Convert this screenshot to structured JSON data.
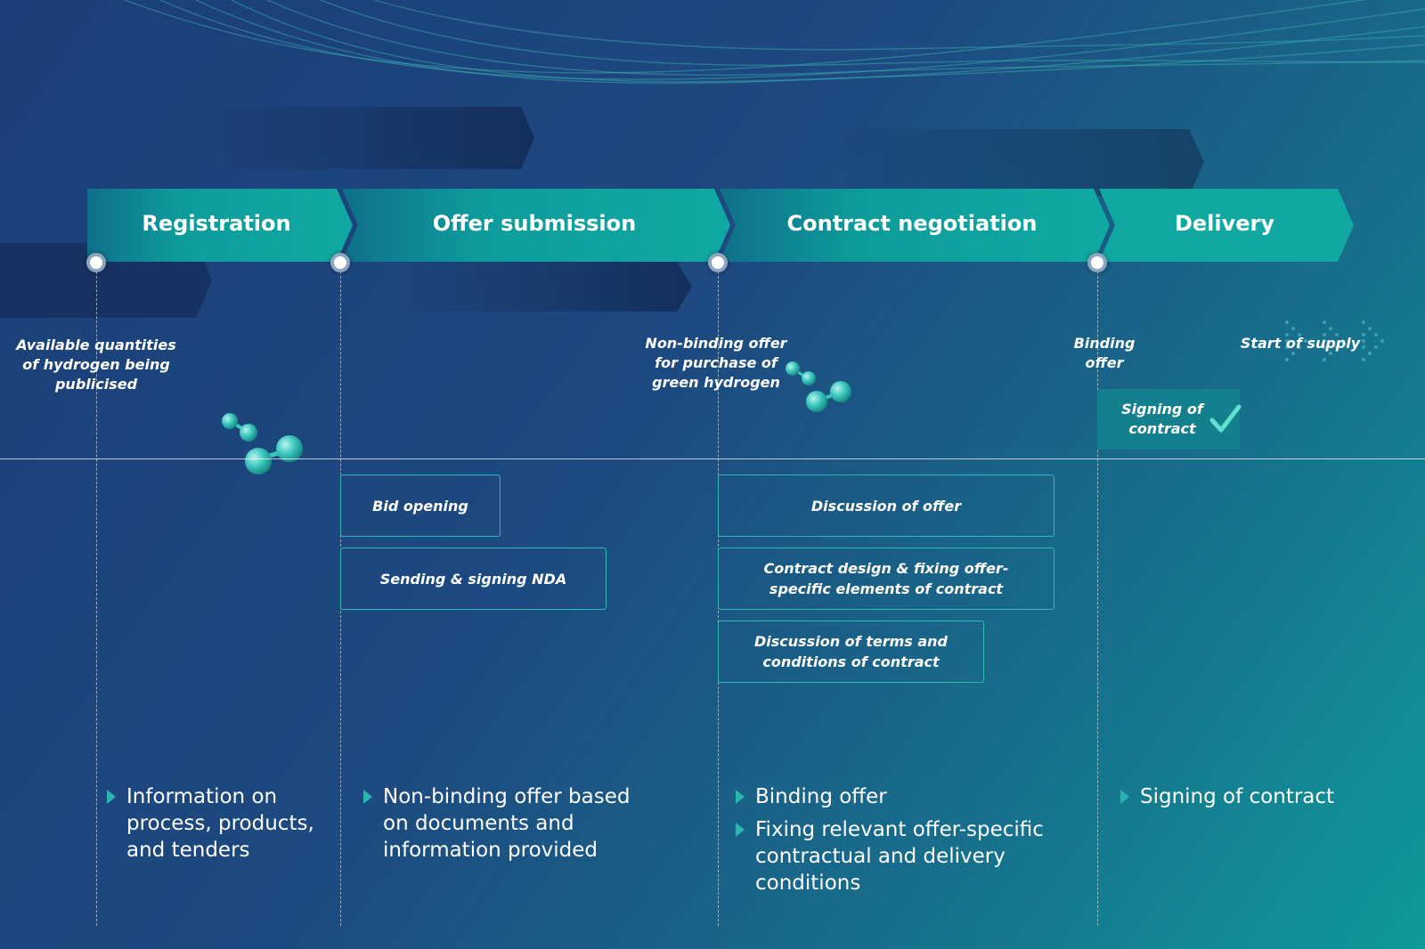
{
  "phases": [
    {
      "label": "Registration"
    },
    {
      "label": "Offer submission"
    },
    {
      "label": "Contract negotiation"
    },
    {
      "label": "Delivery"
    }
  ],
  "milestones": {
    "registration": "Available quantities of hydrogen being publicised",
    "non_binding": "Non-binding offer for purchase of green hydrogen",
    "binding": "Binding offer",
    "start_supply": "Start of supply"
  },
  "signing_box": "Signing of contract",
  "steps": {
    "bid_opening": "Bid opening",
    "nda": "Sending & signing NDA",
    "discussion_offer": "Discussion of offer",
    "contract_design": "Contract design & fixing offer-specific elements of contract",
    "terms": "Discussion of terms and conditions of contract"
  },
  "bullets": {
    "registration": [
      "Information on process, products, and tenders"
    ],
    "offer": [
      "Non-binding offer based on documents and information provided"
    ],
    "negotiation": [
      "Binding offer",
      "Fixing relevant offer-specific contractual and delivery conditions"
    ],
    "delivery": [
      "Signing of contract"
    ]
  },
  "colors": {
    "accent": "#0e9e9c",
    "box_border": "#34b8b4",
    "bullet_marker": "#2bb5b0",
    "signing_box": "#14808d"
  },
  "icons": [
    "molecule-icon",
    "checkmark-icon",
    "arrow-dots-icon"
  ]
}
